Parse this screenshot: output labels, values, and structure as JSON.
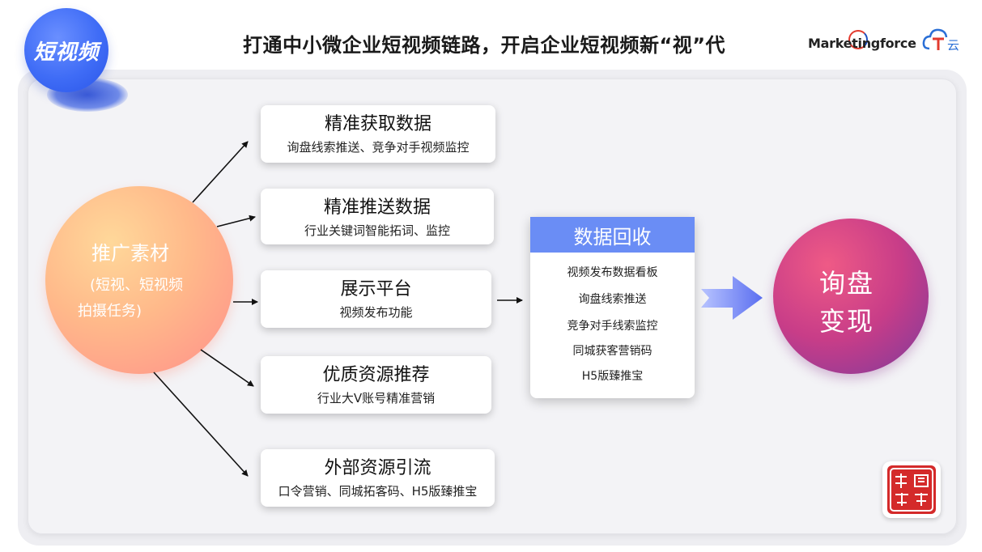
{
  "badge": {
    "label": "短视频"
  },
  "header": {
    "title": "打通中小微企业短视频链路，开启企业短视频新“视”代"
  },
  "logos": {
    "marketingforce": "Marketingforce",
    "tyun": "云"
  },
  "source": {
    "title": "推广素材",
    "subtitle_line1": "(短视、短视频",
    "subtitle_line2": "拍摄任务)"
  },
  "modules": [
    {
      "title": "精准获取数据",
      "desc": "询盘线索推送、竞争对手视频监控"
    },
    {
      "title": "精准推送数据",
      "desc": "行业关键词智能拓词、监控"
    },
    {
      "title": "展示平台",
      "desc": "视频发布功能"
    },
    {
      "title": "优质资源推荐",
      "desc": "行业大V账号精准营销"
    },
    {
      "title": "外部资源引流",
      "desc": "口令营销、同城拓客码、H5版臻推宝"
    }
  ],
  "data_recovery": {
    "title": "数据回收",
    "items": [
      "视频发布数据看板",
      "询盘线索推送",
      "竞争对手线索监控",
      "同城获客营销码",
      "H5版臻推宝"
    ]
  },
  "outcome": {
    "line1": "询盘",
    "line2": "变现"
  },
  "colors": {
    "badge_blue": "#3f6cf6",
    "header_blue": "#6a8df5",
    "source_gradient_start": "#ffd89a",
    "source_gradient_end": "#ff8f8a",
    "outcome_gradient_start": "#ef5a86",
    "outcome_gradient_end": "#7d3a9c",
    "arrow_fill": "#6a7cf0"
  },
  "icons": {
    "badge": "short-video-badge",
    "logo1": "marketingforce-logo",
    "logo2": "t-cloud-logo",
    "stamp": "red-seal-stamp"
  }
}
